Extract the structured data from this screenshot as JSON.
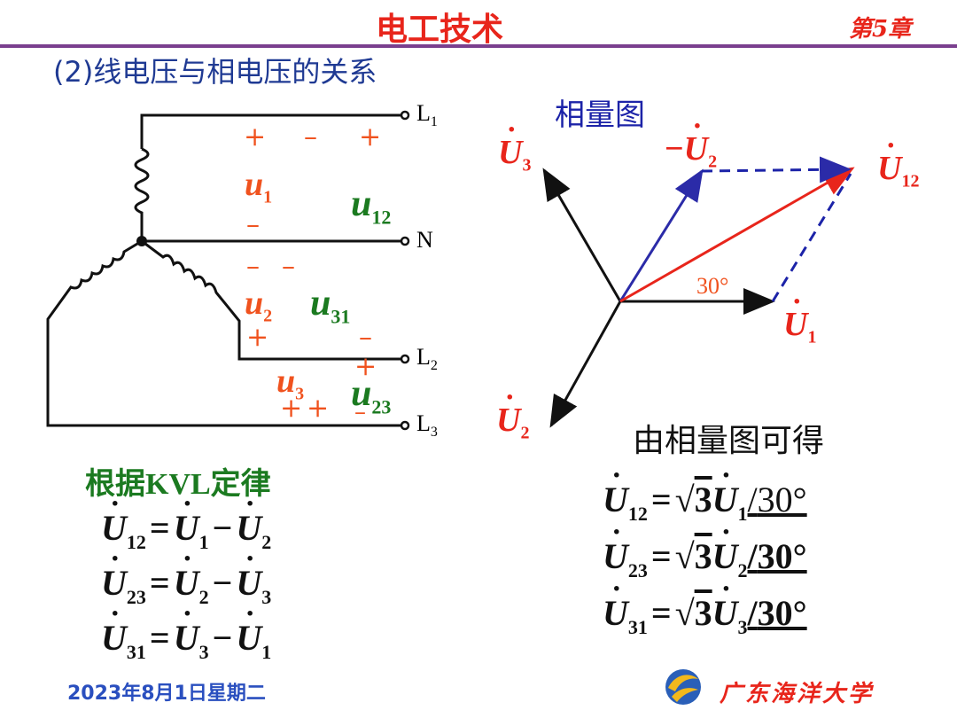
{
  "header": {
    "course_title": "电工技术",
    "chapter": "第5章"
  },
  "slide": {
    "section_title": "(2)线电压与相电压的关系",
    "phasor_title": "相量图",
    "from_phasor": "由相量图可得",
    "kvl_title": "根据KVL定律",
    "angle_label": "30°"
  },
  "circuit": {
    "terminals": [
      "L",
      "N",
      "L",
      "L"
    ],
    "terminal_subs": [
      "1",
      "",
      "2",
      "3"
    ],
    "phase_voltages": [
      {
        "symbol": "u",
        "sub": "1"
      },
      {
        "symbol": "u",
        "sub": "2"
      },
      {
        "symbol": "u",
        "sub": "3"
      }
    ],
    "line_voltages": [
      {
        "symbol": "u",
        "sub": "12"
      },
      {
        "symbol": "u",
        "sub": "31"
      },
      {
        "symbol": "u",
        "sub": "23"
      }
    ],
    "signs": {
      "plus": "+",
      "minus": "–"
    }
  },
  "phasors": {
    "U1": {
      "symbol": "U",
      "sub": "1"
    },
    "U2": {
      "symbol": "U",
      "sub": "2"
    },
    "U3": {
      "symbol": "U",
      "sub": "3"
    },
    "U12": {
      "symbol": "U",
      "sub": "12"
    },
    "negU2": {
      "prefix": "−",
      "symbol": "U",
      "sub": "2"
    }
  },
  "kvl_equations": [
    {
      "lhs_sub": "12",
      "a_sub": "1",
      "b_sub": "2"
    },
    {
      "lhs_sub": "23",
      "a_sub": "2",
      "b_sub": "3"
    },
    {
      "lhs_sub": "31",
      "a_sub": "3",
      "b_sub": "1"
    }
  ],
  "result_equations": [
    {
      "lhs_sub": "12",
      "coef": "3",
      "rhs_sub": "1",
      "angle": "30°"
    },
    {
      "lhs_sub": "23",
      "coef": "3",
      "rhs_sub": "2",
      "angle": "30°"
    },
    {
      "lhs_sub": "31",
      "coef": "3",
      "rhs_sub": "3",
      "angle": "30°"
    }
  ],
  "symbols": {
    "U": "U",
    "eq": "=",
    "minus": "−",
    "sqrt": "√",
    "angle_sym": "/"
  },
  "footer": {
    "date": "2023年8月1日星期二",
    "university": "广东海洋大学"
  },
  "colors": {
    "title_red": "#e8251b",
    "phasor_red": "#e8251b",
    "phasor_blue": "#2b2ba8",
    "dashed_blue": "#1c23a8",
    "rule_purple": "#7a3f8e",
    "section_navy": "#1f3a93",
    "green": "#1b7a20"
  }
}
